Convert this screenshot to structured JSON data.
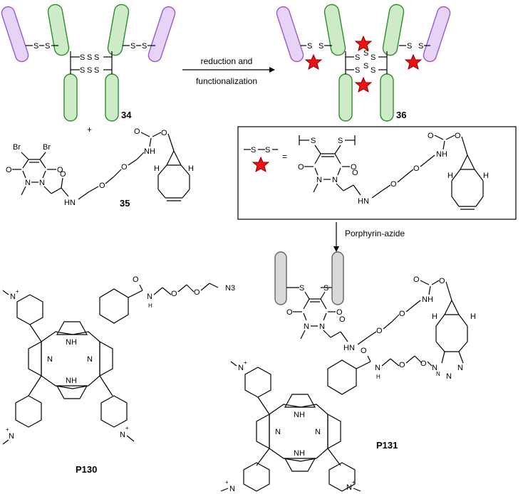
{
  "compounds": {
    "antibody_native": "34",
    "linker_reagent": "35",
    "conjugate": "36",
    "porphyrin_azide": "P130",
    "final_conjugate": "P131"
  },
  "plus_sign": "+",
  "equals_sign": "=",
  "arrows": {
    "step1_line1": "reduction and",
    "step1_line2": "functionalization",
    "step2": "Porphyrin-azide"
  },
  "atoms": {
    "S": "S",
    "N": "N",
    "O": "O",
    "H": "H",
    "Br": "Br",
    "NH": "NH",
    "HN": "HN",
    "N3": "N3",
    "plus": "+"
  },
  "colors": {
    "light_chain": "#9b59d0",
    "light_chain_glow": "#e6d3f5",
    "heavy_chain": "#2e8b2e",
    "heavy_chain_glow": "#cdebc6",
    "star": "#ee1111",
    "star_stroke": "#8b0000",
    "gray_antibody": "#666666",
    "gray_glow": "#d9d9d9"
  }
}
